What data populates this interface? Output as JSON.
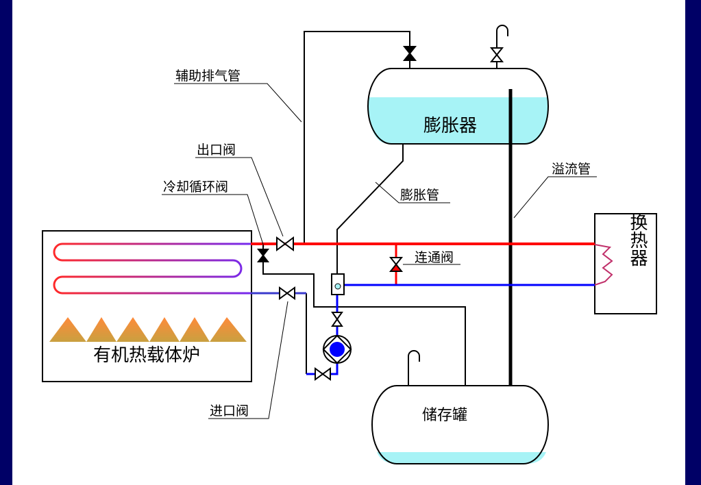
{
  "labels": {
    "expansion_tank": "膨胀器",
    "expansion_pipe": "膨胀管",
    "aux_vent_pipe": "辅助排气管",
    "overflow_pipe": "溢流管",
    "outlet_valve": "出口阀",
    "cooling_loop_valve": "冷却循环阀",
    "connecting_valve": "连通阀",
    "heat_exchanger": "换热器",
    "inlet_valve": "进口阀",
    "storage_tank": "储存罐",
    "furnace": "有机热载体炉"
  },
  "colors": {
    "hot_line": "#ff0000",
    "return_line": "#0000ff",
    "pipe": "#000000",
    "liquid": "#a7f3f6",
    "frame": "#000066",
    "flame": "#c8782a"
  }
}
